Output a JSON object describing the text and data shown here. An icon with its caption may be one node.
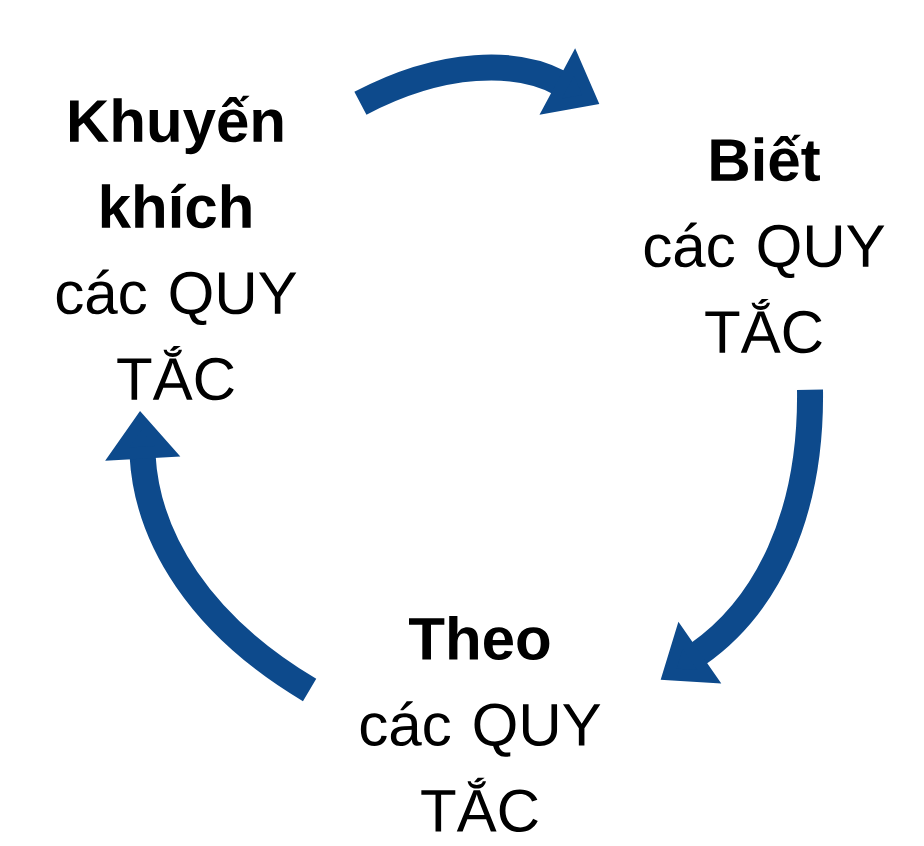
{
  "diagram": {
    "nodes": [
      {
        "text": [
          "Khuyến khích",
          "các QUY TẮC"
        ]
      },
      {
        "text": [
          "Biết",
          "các QUY TẮC"
        ]
      },
      {
        "text": [
          "Theo",
          "các QUY TẮC"
        ]
      }
    ],
    "edges": [
      {
        "from": 0,
        "to": 1,
        "arrow": "to"
      },
      {
        "from": 1,
        "to": 2,
        "arrow": "to"
      },
      {
        "from": 2,
        "to": 0,
        "arrow": "to"
      }
    ]
  }
}
